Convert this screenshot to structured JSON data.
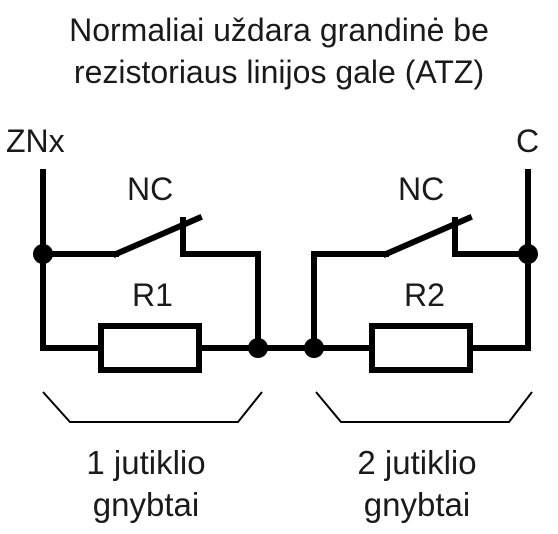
{
  "title": {
    "line1": "Normaliai uždara grandinė be",
    "line2": "rezistoriaus linijos gale  (ATZ)"
  },
  "terminals": {
    "left": "ZNx",
    "right": "C"
  },
  "contacts": {
    "left": "NC",
    "right": "NC"
  },
  "resistors": {
    "left": "R1",
    "right": "R2"
  },
  "groups": {
    "left": {
      "line1": "1 jutiklio",
      "line2": "gnybtai"
    },
    "right": {
      "line1": "2 jutiklio",
      "line2": "gnybtai"
    }
  }
}
